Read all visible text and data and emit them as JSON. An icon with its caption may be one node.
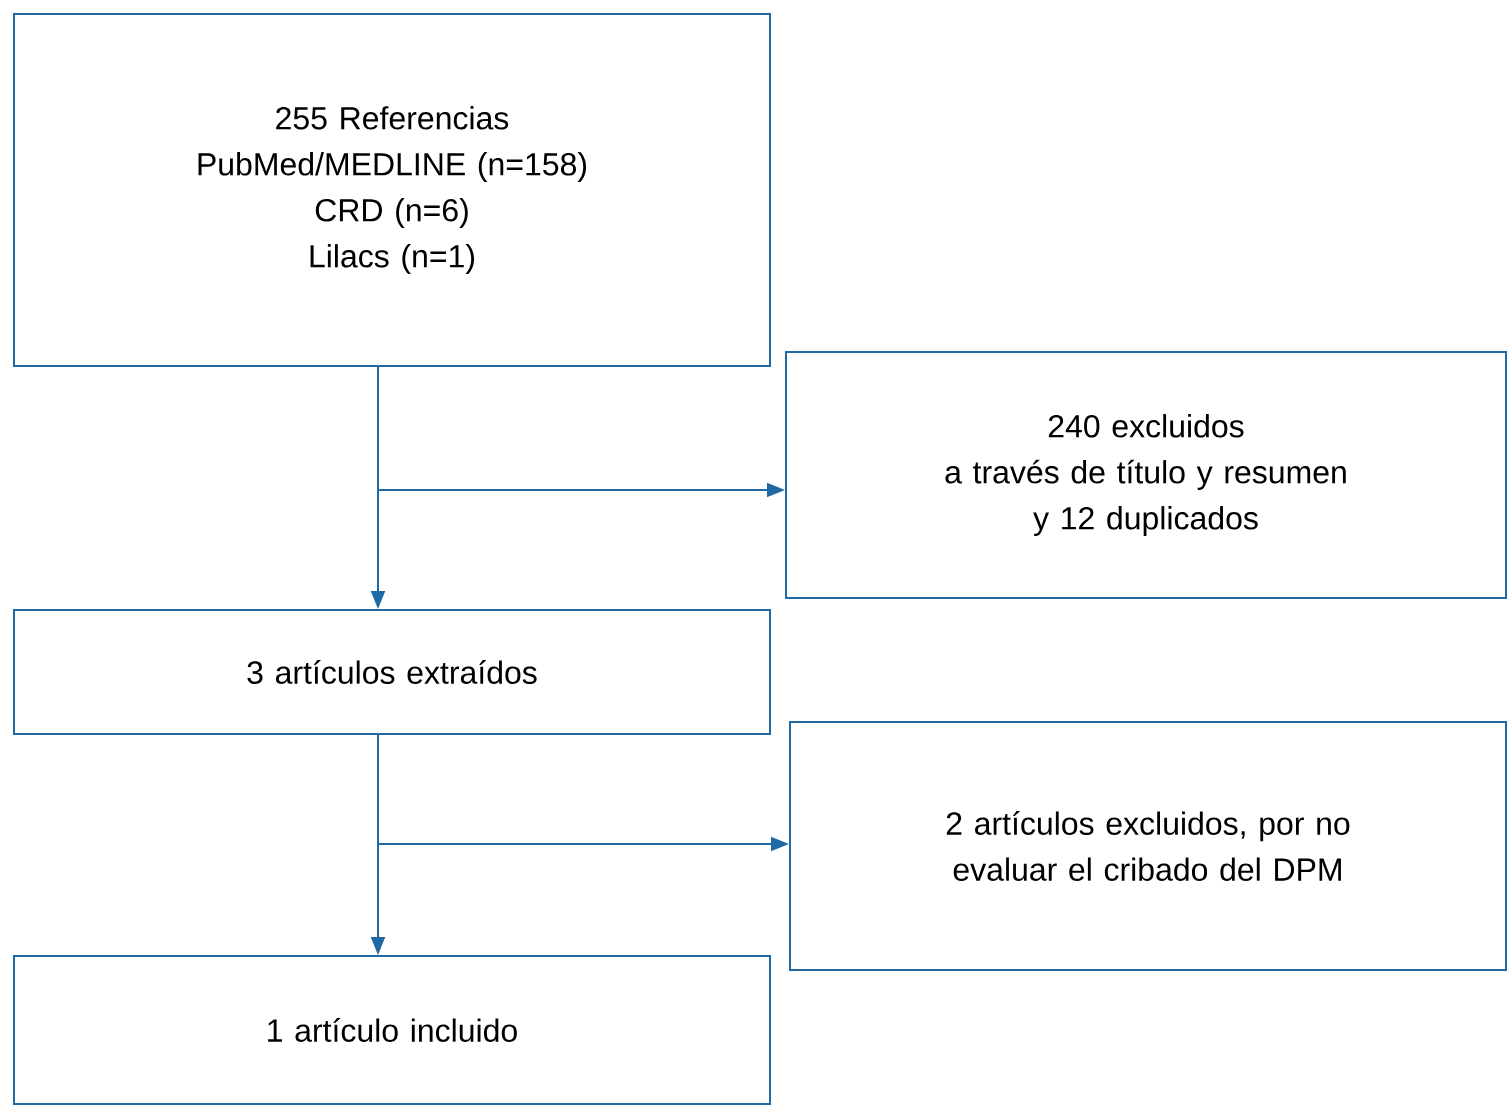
{
  "diagram": {
    "nodes": [
      {
        "text": [
          "255 Referencias",
          "PubMed/MEDLINE (n=158)",
          "CRD (n=6)",
          "Lilacs (n=1)"
        ]
      },
      {
        "text": [
          "240 excluidos",
          "a través de título y resumen",
          "y 12 duplicados"
        ]
      },
      {
        "text": [
          "3 artículos extraídos"
        ]
      },
      {
        "text": [
          "2 artículos excluidos, por no evaluar el cribado del DPM"
        ]
      },
      {
        "text": [
          "1 artículo incluido"
        ]
      }
    ],
    "edges": [
      {
        "from": 0,
        "to": 2,
        "arrow": "to"
      },
      {
        "from": 0,
        "to": 1,
        "arrow": "to"
      },
      {
        "from": 2,
        "to": 4,
        "arrow": "to"
      },
      {
        "from": 2,
        "to": 3,
        "arrow": "to"
      }
    ]
  }
}
